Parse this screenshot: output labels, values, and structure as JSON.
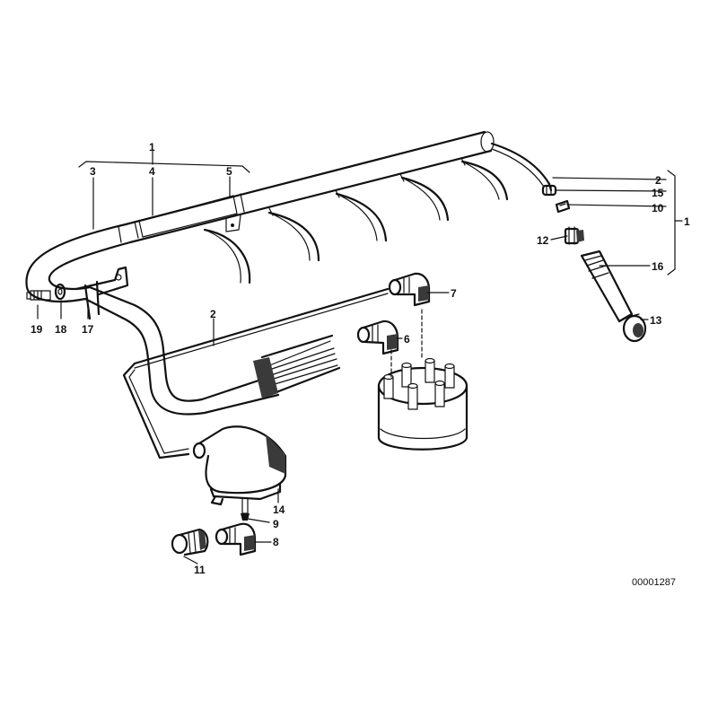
{
  "diagram": {
    "drawing_number": "00001287",
    "callouts": [
      {
        "id": "c1-top",
        "text": "1"
      },
      {
        "id": "c3",
        "text": "3"
      },
      {
        "id": "c4",
        "text": "4"
      },
      {
        "id": "c5",
        "text": "5"
      },
      {
        "id": "c2-right",
        "text": "2"
      },
      {
        "id": "c15",
        "text": "15"
      },
      {
        "id": "c10",
        "text": "10"
      },
      {
        "id": "c1-right",
        "text": "1"
      },
      {
        "id": "c12",
        "text": "12"
      },
      {
        "id": "c16",
        "text": "16"
      },
      {
        "id": "c13",
        "text": "13"
      },
      {
        "id": "c7",
        "text": "7"
      },
      {
        "id": "c6",
        "text": "6"
      },
      {
        "id": "c2-mid",
        "text": "2"
      },
      {
        "id": "c19",
        "text": "19"
      },
      {
        "id": "c18",
        "text": "18"
      },
      {
        "id": "c17",
        "text": "17"
      },
      {
        "id": "c14",
        "text": "14"
      },
      {
        "id": "c9",
        "text": "9"
      },
      {
        "id": "c8",
        "text": "8"
      },
      {
        "id": "c11",
        "text": "11"
      }
    ]
  }
}
